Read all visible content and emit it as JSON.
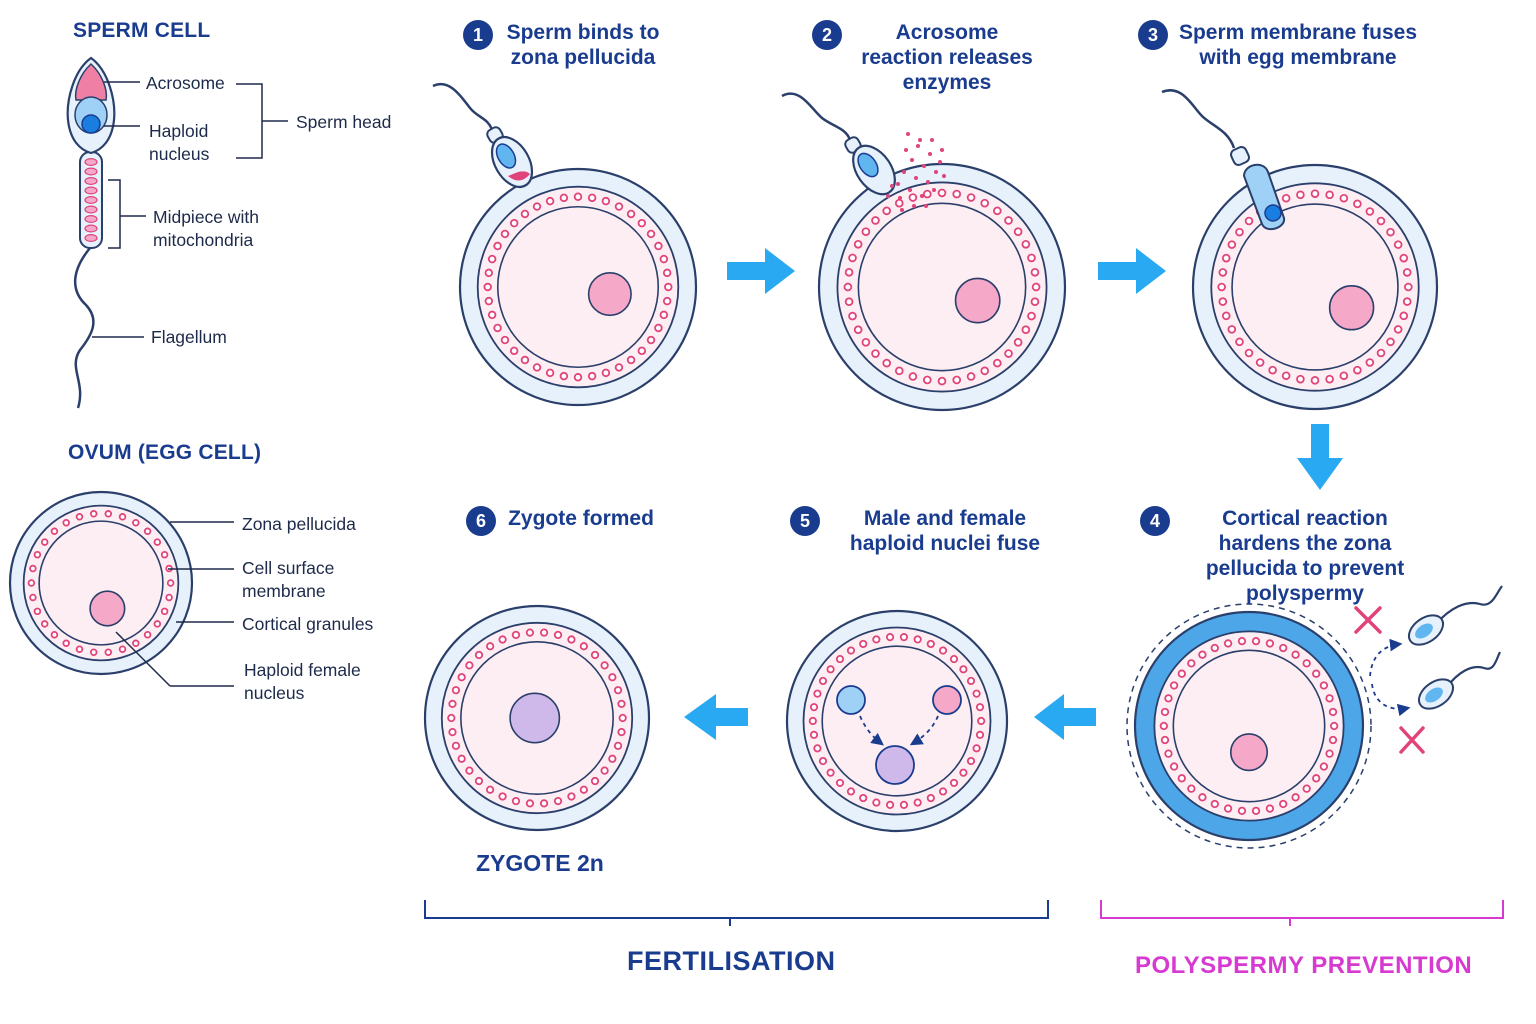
{
  "colors": {
    "navy": "#1a3c8f",
    "arrow_blue": "#29a9f2",
    "zona_fill": "#e6f1fb",
    "zona_stroke": "#2b3f6b",
    "cytoplasm": "#fdeef4",
    "granule": "#e0447a",
    "female_nucleus": "#f6a8c8",
    "male_nucleus": "#9fd0f6",
    "zygote_nucleus": "#cfb8ea",
    "hardened_zona": "#4da6e8",
    "magenta": "#d63ad0"
  },
  "sperm_cell": {
    "title": "SPERM CELL",
    "labels": {
      "acrosome": "Acrosome",
      "haploid_nucleus": "Haploid nucleus",
      "sperm_head": "Sperm head",
      "midpiece": "Midpiece with mitochondria",
      "flagellum": "Flagellum"
    }
  },
  "ovum": {
    "title": "OVUM (EGG CELL)",
    "labels": {
      "zona": "Zona pellucida",
      "membrane": "Cell surface membrane",
      "granules": "Cortical granules",
      "nucleus": "Haploid female nucleus"
    }
  },
  "steps": [
    {
      "num": "1",
      "text": "Sperm binds to zona pellucida"
    },
    {
      "num": "2",
      "text": "Acrosome reaction releases enzymes"
    },
    {
      "num": "3",
      "text": "Sperm membrane fuses with egg membrane"
    },
    {
      "num": "4",
      "text": "Cortical reaction hardens the zona pellucida to prevent polyspermy"
    },
    {
      "num": "5",
      "text": "Male and female haploid nuclei fuse"
    },
    {
      "num": "6",
      "text": "Zygote formed"
    }
  ],
  "zygote_label": "ZYGOTE 2n",
  "brackets": {
    "fertilisation": "FERTILISATION",
    "polyspermy": "POLYSPERMY PREVENTION"
  }
}
